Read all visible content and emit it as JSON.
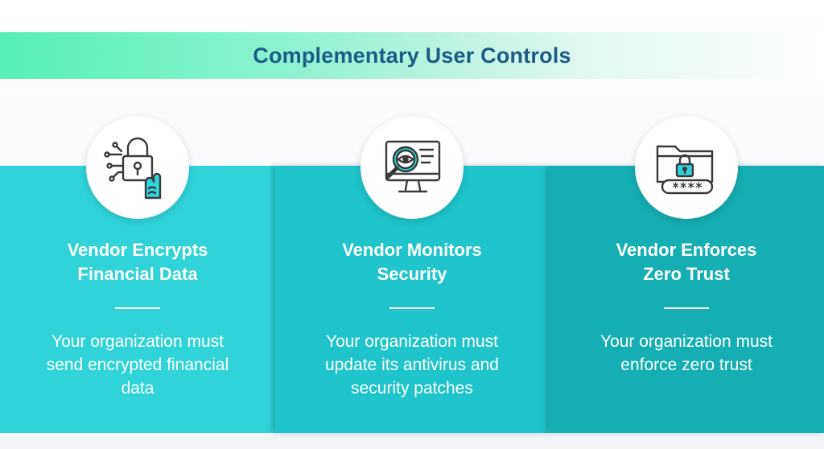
{
  "banner": {
    "title": "Complementary User Controls"
  },
  "cards": [
    {
      "icon": "fingerprint-lock-icon",
      "title_line1": "Vendor Encrypts",
      "title_line2": "Financial Data",
      "desc_line1": "Your organization must",
      "desc_line2": "send encrypted financial",
      "desc_line3": "data",
      "color": "#2fd3d9"
    },
    {
      "icon": "monitor-eye-magnifier-icon",
      "title_line1": "Vendor Monitors",
      "title_line2": "Security",
      "desc_line1": "Your organization must",
      "desc_line2": "update its antivirus and",
      "desc_line3": "security patches",
      "color": "#1fc4cc"
    },
    {
      "icon": "folder-lock-password-icon",
      "title_line1": "Vendor Enforces",
      "title_line2": "Zero Trust",
      "desc_line1": "Your organization must",
      "desc_line2": "enforce zero trust",
      "desc_line3": "",
      "password_mask": "****",
      "color": "#14aeb4"
    }
  ],
  "colors": {
    "banner_text": "#1a5d86",
    "banner_start": "#55f0b6",
    "icon_stroke": "#3a3a3a",
    "icon_accent": "#2fd3d9"
  }
}
